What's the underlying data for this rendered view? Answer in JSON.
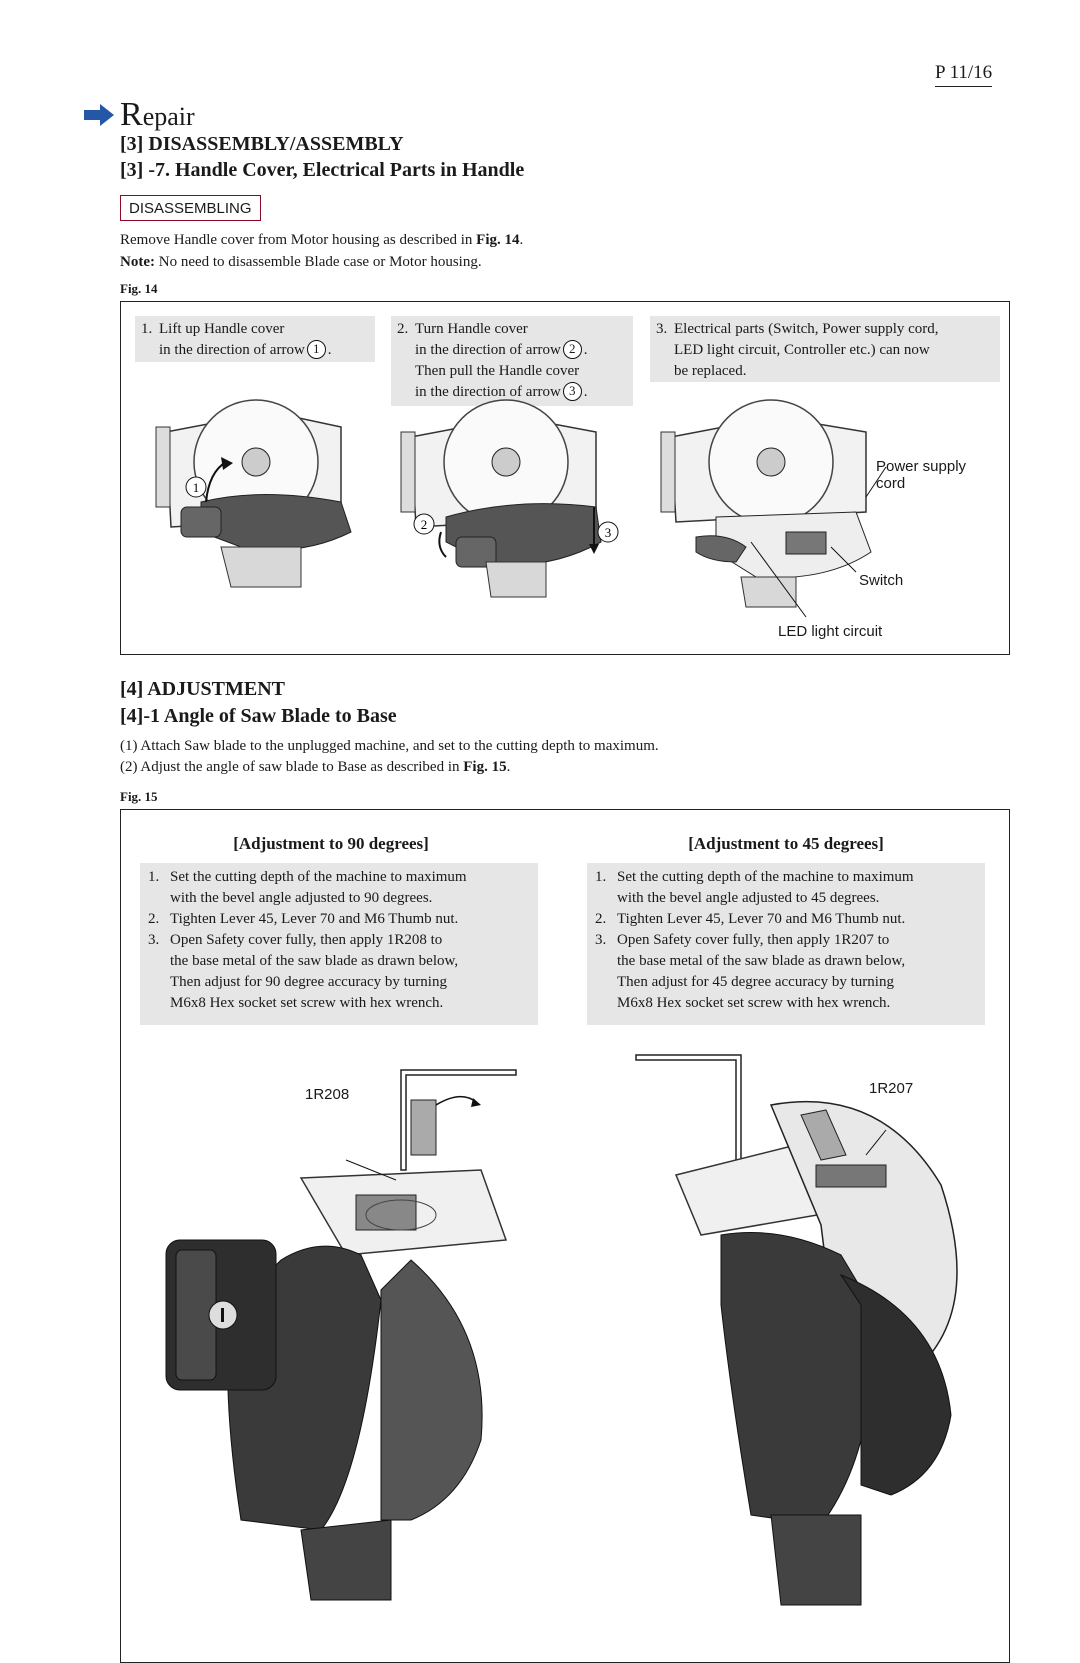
{
  "page": {
    "number": "P 11/16"
  },
  "header": {
    "repair_initial": "R",
    "repair_rest": "epair"
  },
  "section3": {
    "title": "[3] DISASSEMBLY/ASSEMBLY",
    "subtitle": "[3] -7. Handle Cover, Electrical Parts in Handle",
    "box_label": "DISASSEMBLING",
    "line1_text": "Remove Handle cover from Motor housing as described in",
    "line1_ref": "Fig. 14",
    "line2_bold": "Note:",
    "line2_text": "No need to disassemble Blade case or Motor housing.",
    "fig_label": "Fig. 14",
    "steps": [
      {
        "num": "1.",
        "lines": [
          "Lift up Handle cover",
          "in the direction of arrow"
        ],
        "arrow": "1"
      },
      {
        "num": "2.",
        "line1": "Turn Handle cover",
        "line2": "in the direction of arrow",
        "arrow2": "2",
        "line3": "Then pull the Handle cover",
        "line4": "in the direction of arrow",
        "arrow3": "3"
      },
      {
        "num": "3.",
        "line1": "Electrical parts (Switch, Power supply cord,",
        "line2": "LED light circuit, Controller etc.) can now",
        "line3": "be replaced."
      }
    ],
    "callouts": {
      "power1": "Power supply",
      "power2": "cord",
      "switch": "Switch",
      "led": "LED light circuit",
      "arrow1": "1",
      "arrow2": "2",
      "arrow3": "3"
    }
  },
  "section4": {
    "title": "[4] ADJUSTMENT",
    "subtitle": "[4]-1 Angle of Saw Blade to Base",
    "line1": "(1) Attach Saw blade to the unplugged machine, and set to the cutting depth to maximum.",
    "line2_text": "(2) Adjust the angle of saw blade to Base as described in",
    "line2_ref": "Fig. 15",
    "fig_label": "Fig. 15",
    "left": {
      "heading": "[Adjustment to 90 degrees]",
      "steps": [
        {
          "num": "1.",
          "lines": [
            "Set the cutting depth of the machine to maximum",
            "with the bevel angle adjusted to 90 degrees."
          ]
        },
        {
          "num": "2.",
          "lines": [
            "Tighten Lever 45, Lever 70 and M6 Thumb nut."
          ]
        },
        {
          "num": "3.",
          "lines": [
            "Open Safety cover fully, then apply 1R208 to",
            "the base metal of the saw blade as drawn below,",
            "Then adjust for 90 degree accuracy by turning",
            "M6x8 Hex socket set screw with hex wrench."
          ]
        }
      ],
      "tool": "1R208"
    },
    "right": {
      "heading": "[Adjustment to 45 degrees]",
      "steps": [
        {
          "num": "1.",
          "lines": [
            "Set the cutting depth of the machine to maximum",
            "with the bevel angle adjusted to 45 degrees."
          ]
        },
        {
          "num": "2.",
          "lines": [
            "Tighten Lever 45, Lever 70 and M6 Thumb nut."
          ]
        },
        {
          "num": "3.",
          "lines": [
            "Open Safety cover fully, then apply 1R207 to",
            "the base metal of the saw blade as drawn below,",
            "Then adjust for 45 degree accuracy by turning",
            "M6x8 Hex socket set screw with hex wrench."
          ]
        }
      ],
      "tool": "1R207"
    }
  }
}
